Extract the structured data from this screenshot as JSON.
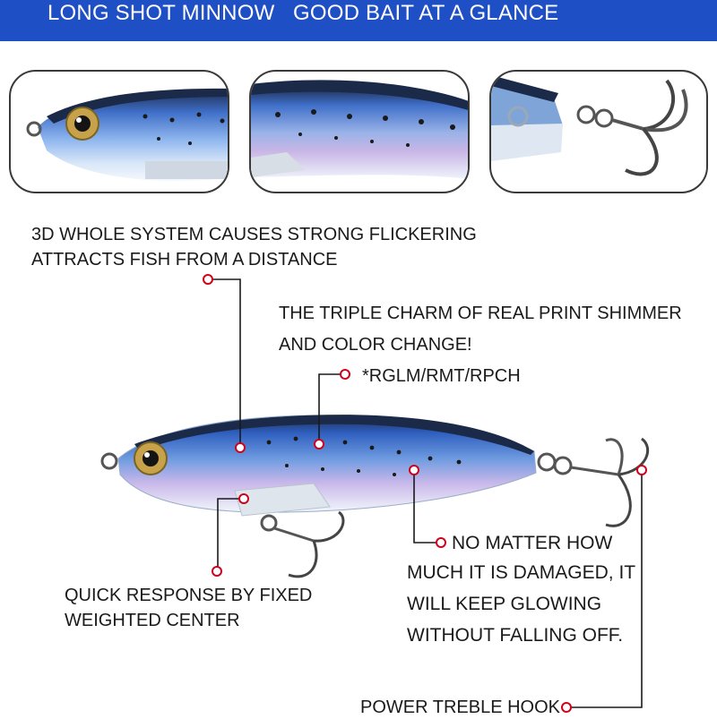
{
  "header": {
    "title": "LONG SHOT MINNOW   GOOD BAIT AT A GLANCE",
    "background": "#1f4fc4",
    "text_color": "#ffffff"
  },
  "detail_panels": [
    {
      "icon": "lure-head-closeup"
    },
    {
      "icon": "lure-body-closeup"
    },
    {
      "icon": "treble-hook-closeup"
    }
  ],
  "callouts": {
    "flicker_line1": "3D WHOLE SYSTEM CAUSES STRONG FLICKERING",
    "flicker_line2": "ATTRACTS FISH FROM A DISTANCE",
    "charm_line1": "THE TRIPLE CHARM OF REAL PRINT SHIMMER",
    "charm_line2": "AND COLOR CHANGE!",
    "charm_line3": "*RGLM/RMT/RPCH",
    "glow_line1": "NO MATTER HOW",
    "glow_line2": "MUCH IT IS DAMAGED, IT",
    "glow_line3": "WILL KEEP GLOWING",
    "glow_line4": "WITHOUT FALLING OFF.",
    "weight_line1": "QUICK RESPONSE BY FIXED",
    "weight_line2": "WEIGHTED CENTER",
    "hook_line1": "POWER TREBLE HOOK"
  },
  "colors": {
    "marker": "#d0021b",
    "leader": "#1a1a1a",
    "lure_blue": "#3f7fd8",
    "lure_back": "#1c2a4a",
    "panel_border": "#3a3a3a"
  }
}
